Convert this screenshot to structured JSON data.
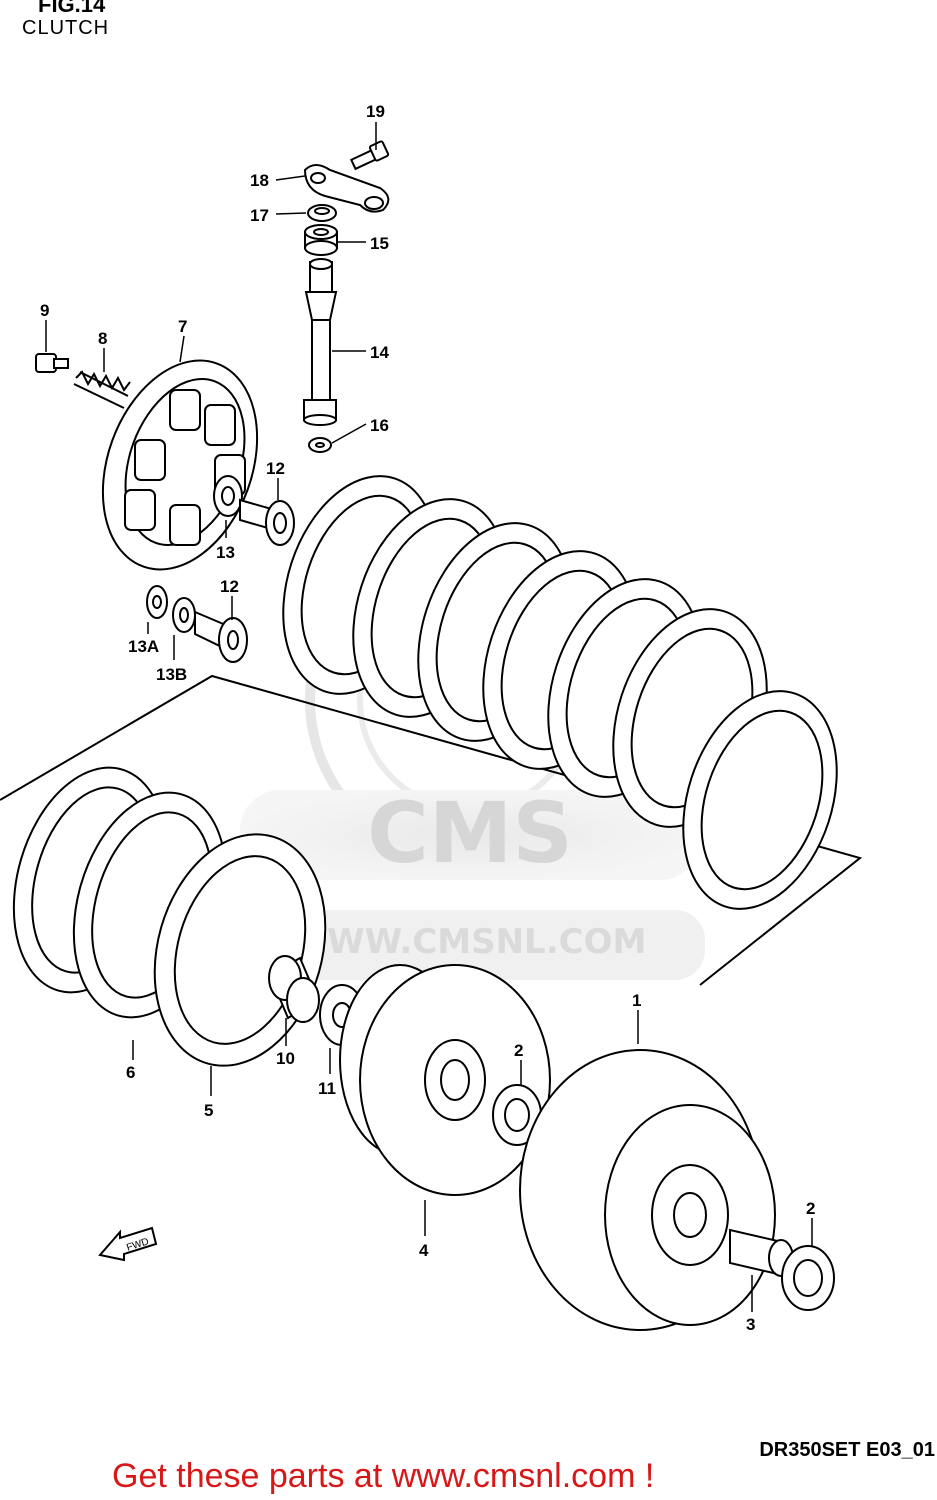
{
  "header": {
    "title": "FIG.14",
    "subtitle": "CLUTCH"
  },
  "diagram_code": "DR350SET E03_01",
  "watermark": {
    "brand": "CMS",
    "url": "WWW.CMSNL.COM"
  },
  "banner": "Get these parts at www.cmsnl.com !",
  "fwd_label": "FWD",
  "colors": {
    "line": "#000000",
    "banner": "#d81818",
    "watermark": "#dcdcdc"
  },
  "parts": {
    "p1": "1",
    "p2a": "2",
    "p2b": "2",
    "p3": "3",
    "p4": "4",
    "p5": "5",
    "p6": "6",
    "p7": "7",
    "p8": "8",
    "p9": "9",
    "p10": "10",
    "p11": "11",
    "p12a": "12",
    "p12b": "12",
    "p13": "13",
    "p13a": "13A",
    "p13b": "13B",
    "p14": "14",
    "p15": "15",
    "p16": "16",
    "p17": "17",
    "p18": "18",
    "p19": "19"
  }
}
